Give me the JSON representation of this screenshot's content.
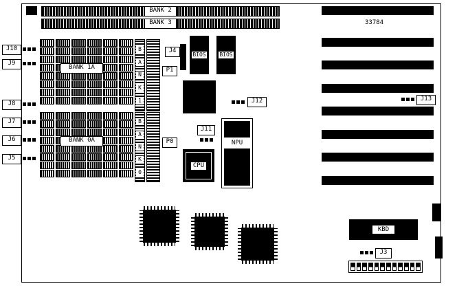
{
  "diagram": {
    "part_number": "33784"
  },
  "top_slots": [
    {
      "id": "bank2",
      "label": "BANK 2"
    },
    {
      "id": "bank3",
      "label": "BANK 3"
    }
  ],
  "isa_slots": {
    "count": 8
  },
  "ram": {
    "bank_labels": [
      {
        "label": "BANK 1A"
      },
      {
        "label": "BANK 0A"
      }
    ],
    "vertical_slots": [
      {
        "letters": [
          "B",
          "A",
          "N",
          "K",
          "1"
        ]
      },
      {
        "letters": [
          "B",
          "A",
          "N",
          "K",
          "0"
        ]
      }
    ],
    "grid": {
      "cols": 6,
      "rows": 8
    }
  },
  "connectors": {
    "left": [
      {
        "label": "J10"
      },
      {
        "label": "J9"
      },
      {
        "label": "J8"
      },
      {
        "label": "J7"
      },
      {
        "label": "J6"
      },
      {
        "label": "J5"
      }
    ],
    "j4": "J4",
    "p1": "P1",
    "p0": "P0",
    "j11": "J11",
    "j12": "J12",
    "j13": "J13",
    "j3": "J3"
  },
  "chips": {
    "bios1": "BIOS",
    "bios2": "BIOS",
    "cpu": "CPU",
    "npu": "NPU",
    "kbd": "KBD"
  },
  "pin_header": {
    "cells": 12
  }
}
